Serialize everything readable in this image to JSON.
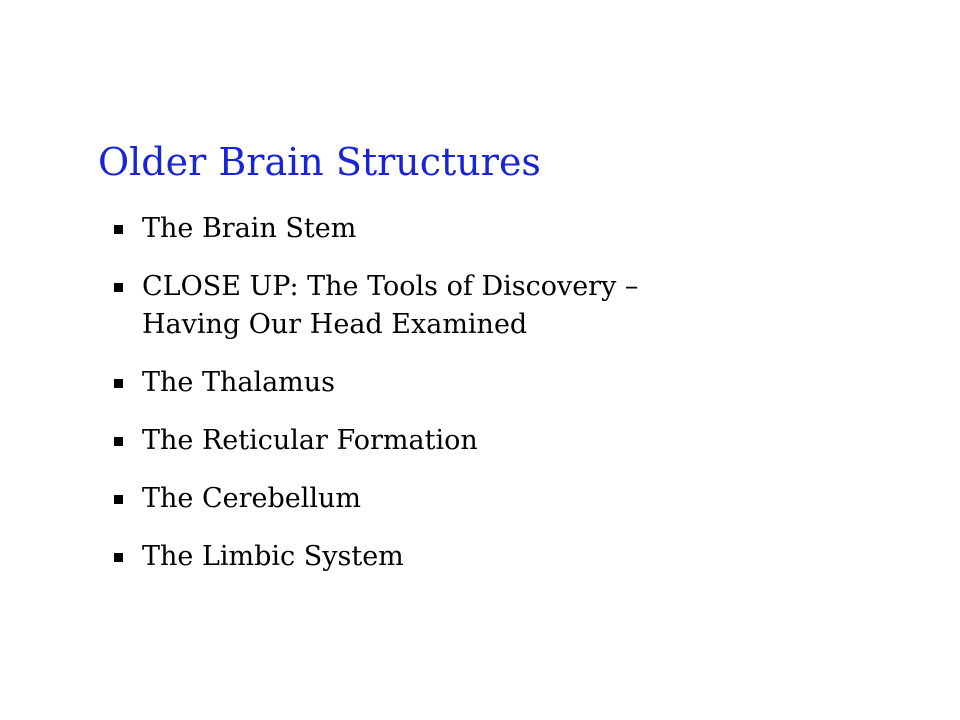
{
  "slide": {
    "title": "Older Brain Structures",
    "bullets": [
      {
        "label": "The Brain Stem"
      },
      {
        "line1": "CLOSE UP: The Tools of Discovery –",
        "line2": "Having Our Head Examined"
      },
      {
        "label": "The Thalamus"
      },
      {
        "label": "The Reticular Formation"
      },
      {
        "label": "The Cerebellum"
      },
      {
        "label": "The Limbic System"
      }
    ]
  },
  "colors": {
    "title": "#1a23d6",
    "text": "#000000",
    "background": "#ffffff"
  }
}
